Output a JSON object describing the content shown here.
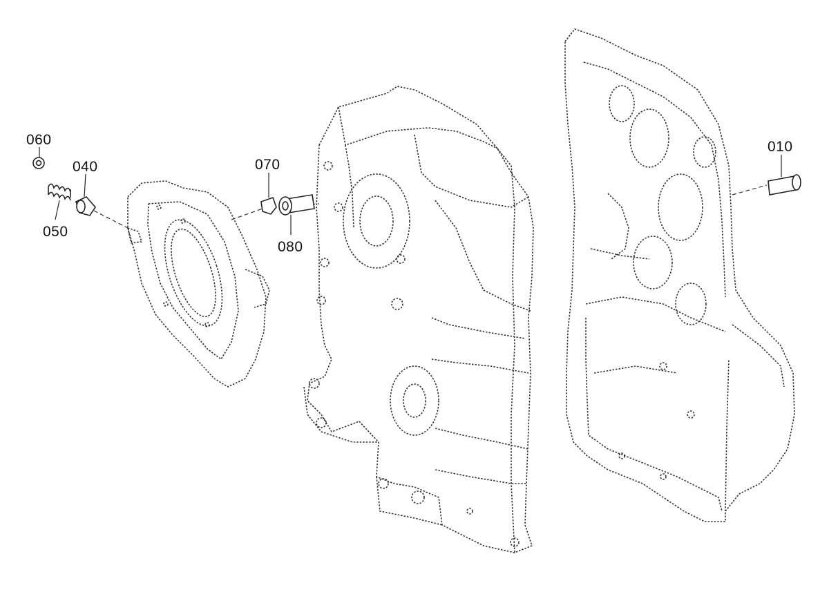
{
  "diagram": {
    "line_color": "#333333",
    "background": "#ffffff",
    "callouts": {
      "p060": "060",
      "p050": "050",
      "p040": "040",
      "p070": "070",
      "p080": "080",
      "p010": "010"
    },
    "parts": [
      {
        "id": "060",
        "name": "nut"
      },
      {
        "id": "050",
        "name": "spring"
      },
      {
        "id": "040",
        "name": "valve-piston"
      },
      {
        "id": "070",
        "name": "retaining-clip"
      },
      {
        "id": "080",
        "name": "plug-pin"
      },
      {
        "id": "010",
        "name": "cylindrical-bolt"
      }
    ]
  }
}
